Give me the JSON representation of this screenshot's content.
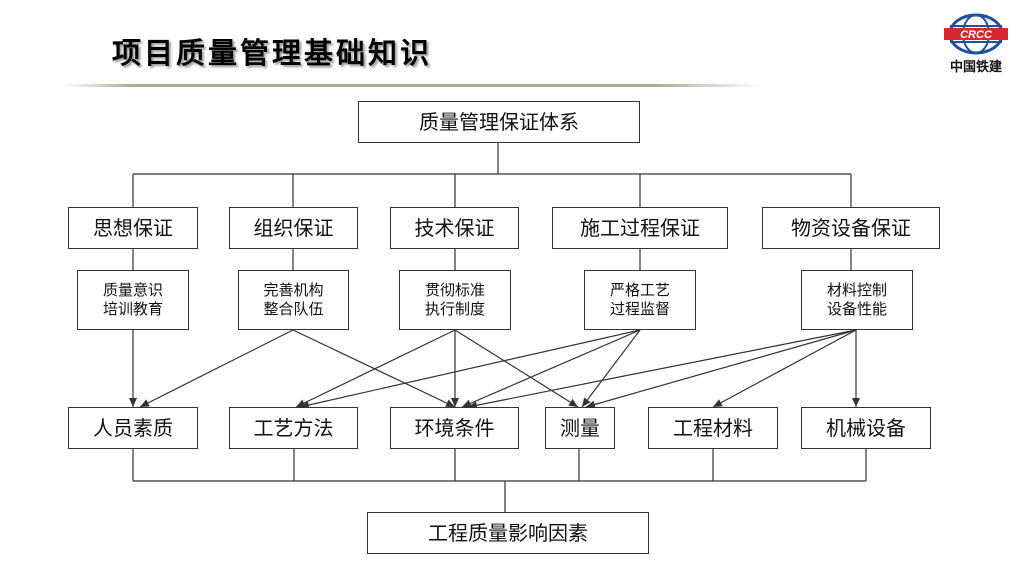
{
  "header": {
    "title": "项目质量管理基础知识",
    "logo_text": "中国铁建",
    "logo_emblem": "CRCC"
  },
  "diagram": {
    "root": "质量管理保证体系",
    "guarantees": [
      "思想保证",
      "组织保证",
      "技术保证",
      "施工过程保证",
      "物资设备保证"
    ],
    "measures": [
      [
        "质量意识",
        "培训教育"
      ],
      [
        "完善机构",
        "整合队伍"
      ],
      [
        "贯彻标准",
        "执行制度"
      ],
      [
        "严格工艺",
        "过程监督"
      ],
      [
        "材料控制",
        "设备性能"
      ]
    ],
    "factors": [
      "人员素质",
      "工艺方法",
      "环境条件",
      "测量",
      "工程材料",
      "机械设备"
    ],
    "result": "工程质量影响因素",
    "colors": {
      "line": "#333333",
      "title_shadow": "#9a9a9a",
      "logo_blue": "#1f4e9c",
      "logo_red": "#d7282f"
    }
  }
}
